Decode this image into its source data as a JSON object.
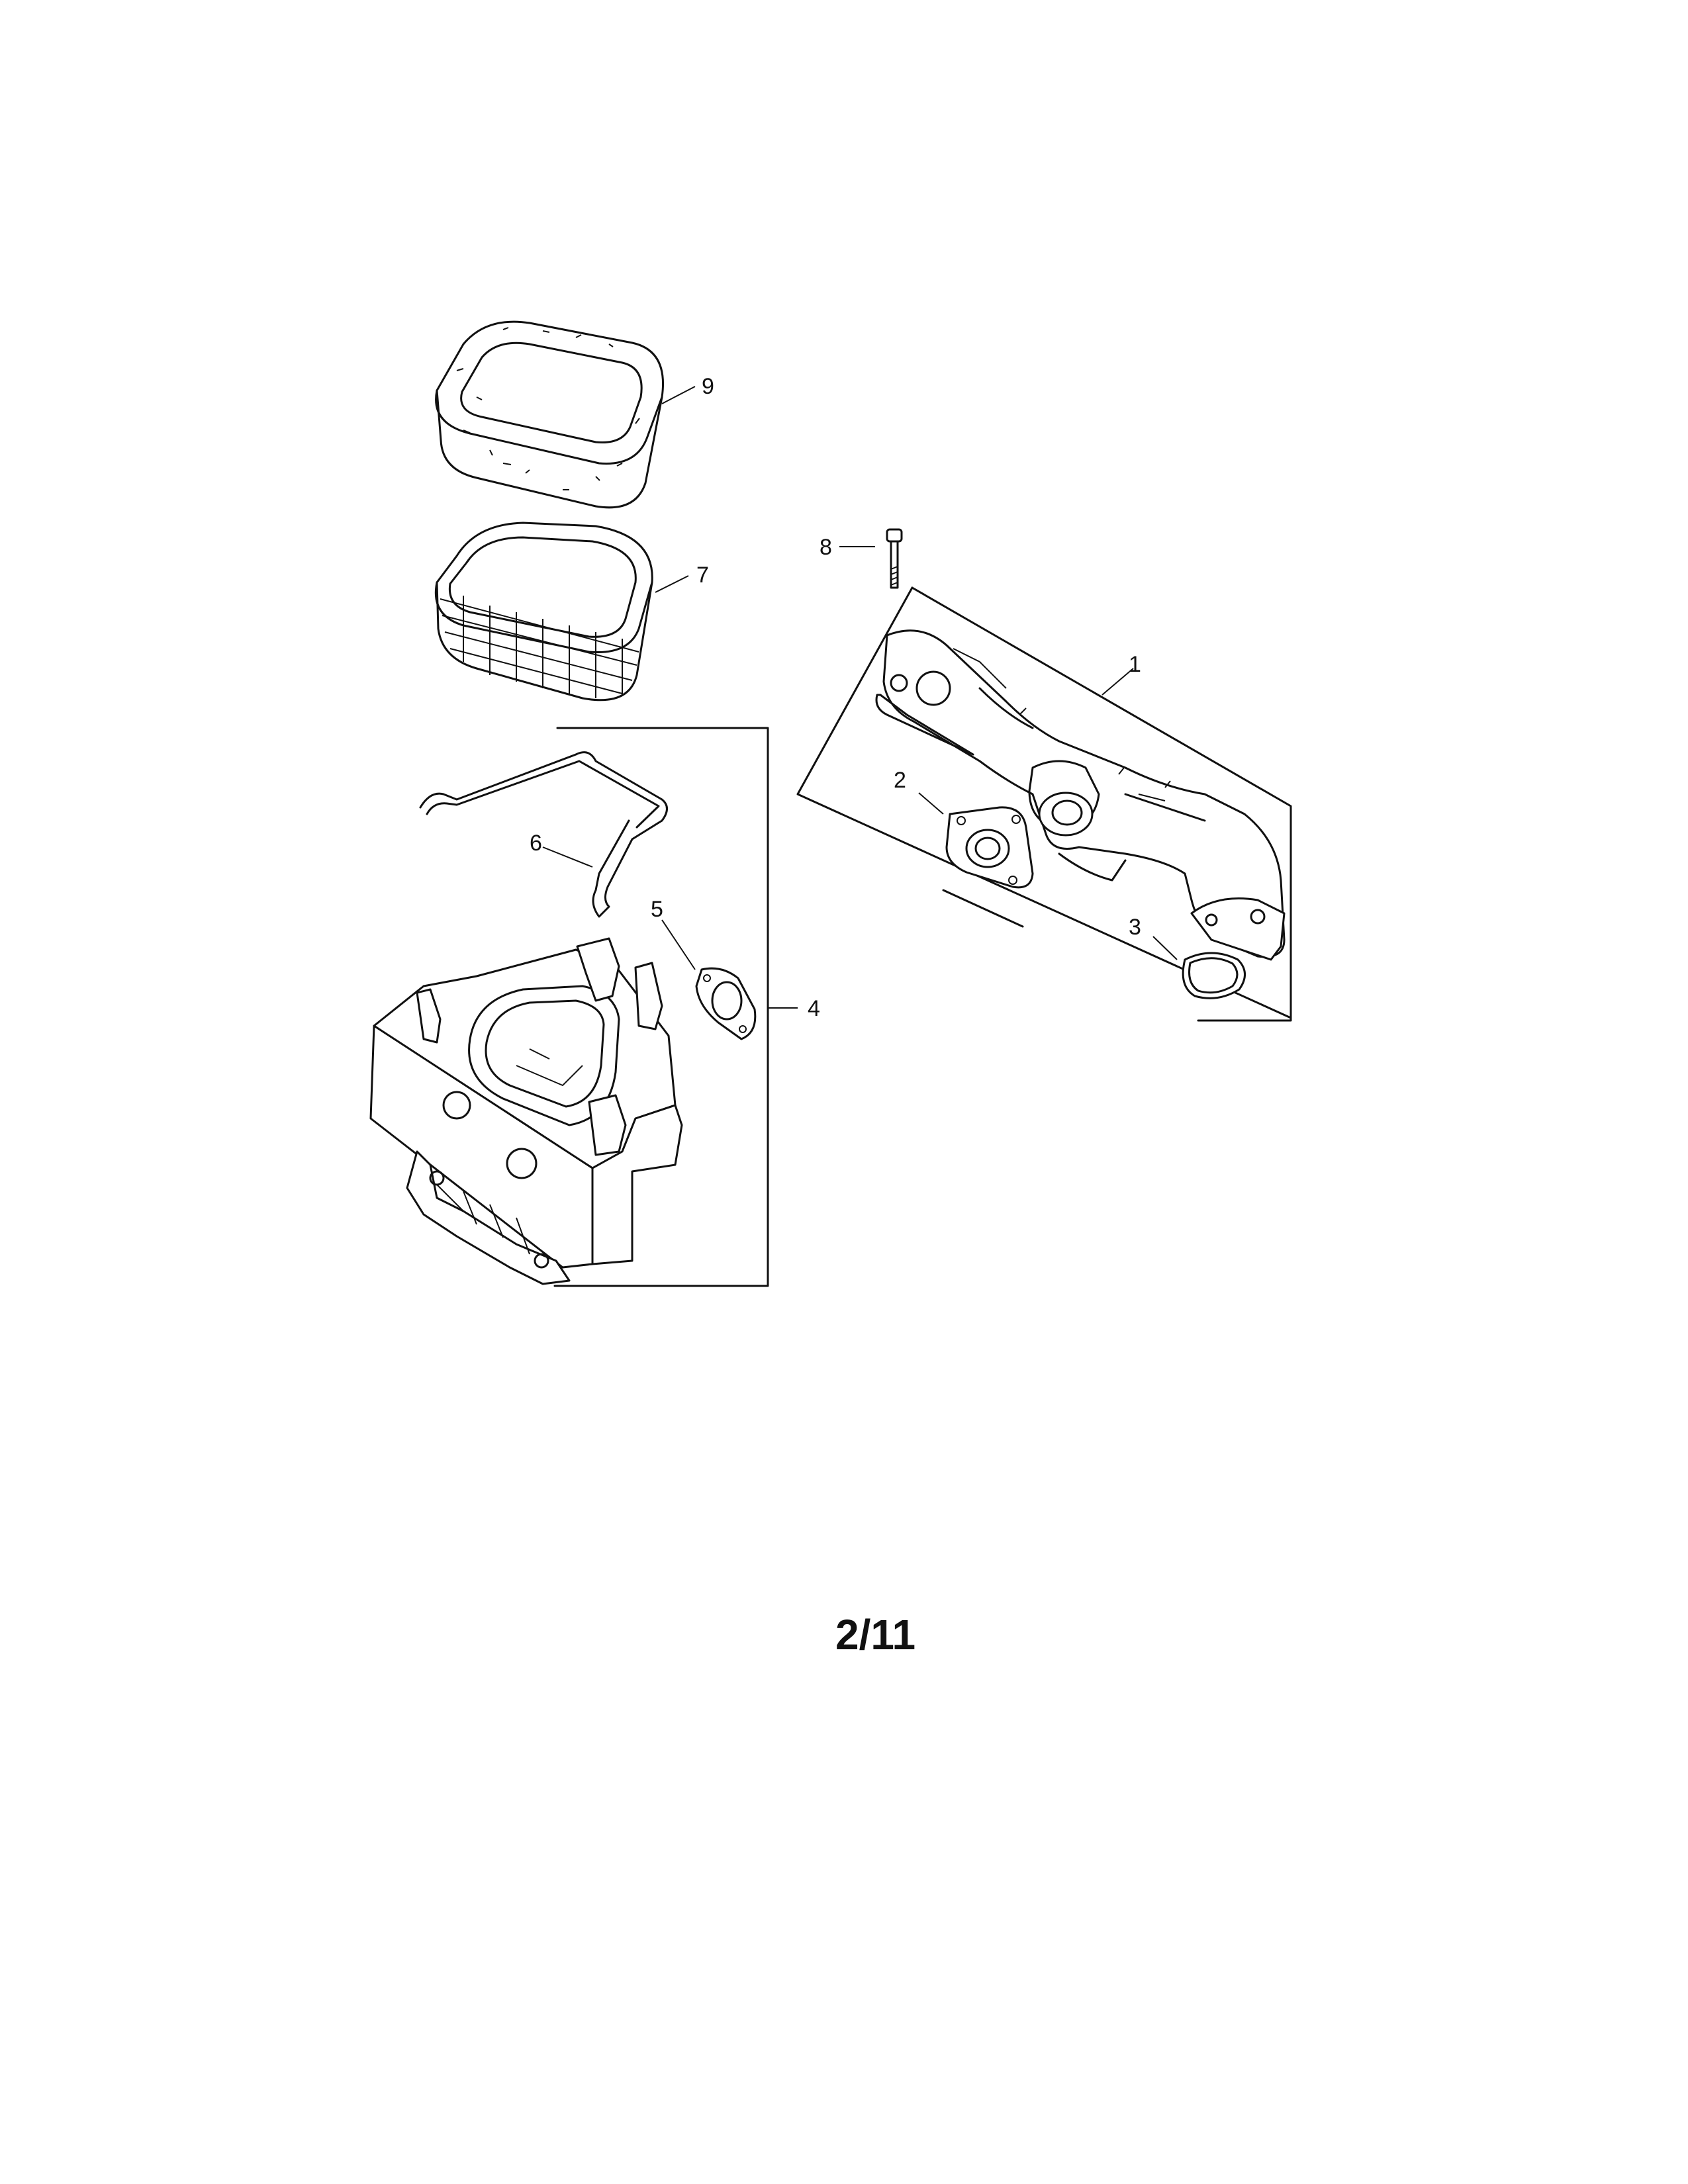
{
  "callouts": {
    "c1": "1",
    "c2": "2",
    "c3": "3",
    "c4": "4",
    "c5": "5",
    "c6": "6",
    "c7": "7",
    "c8": "8",
    "c9": "9"
  },
  "page_number": "2/11"
}
